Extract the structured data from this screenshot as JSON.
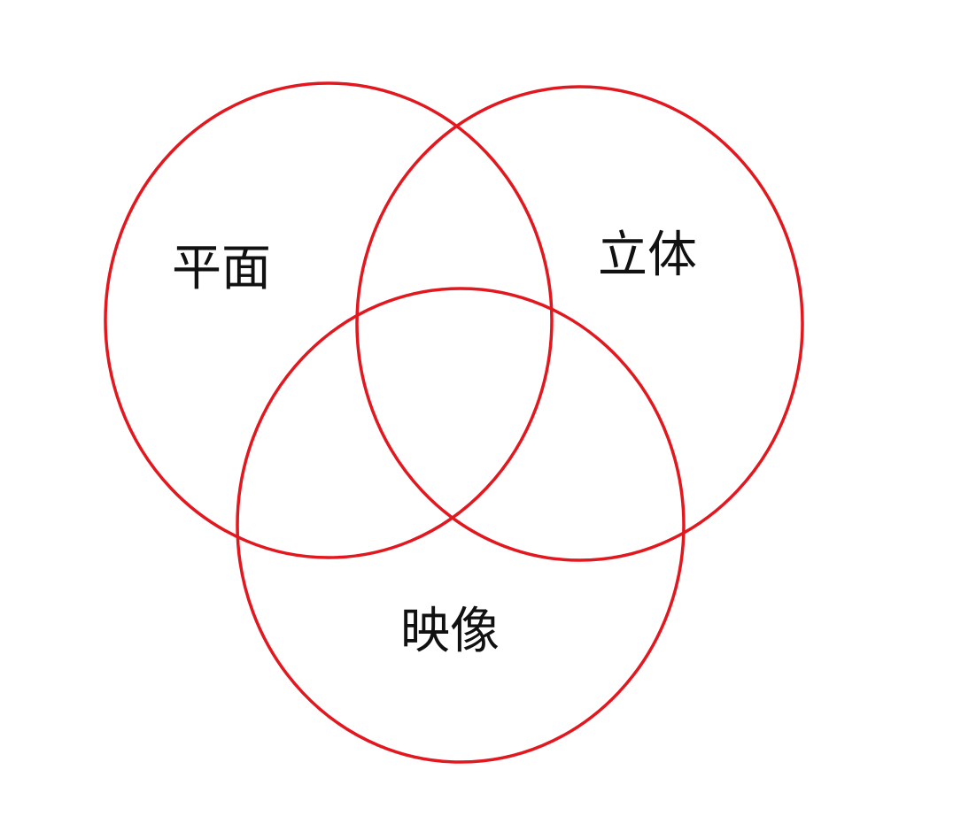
{
  "diagram": {
    "type": "venn",
    "stroke_color": "#e3171e",
    "sets": [
      {
        "id": "planar",
        "label": "平面"
      },
      {
        "id": "solid",
        "label": "立体"
      },
      {
        "id": "video",
        "label": "映像"
      }
    ]
  }
}
